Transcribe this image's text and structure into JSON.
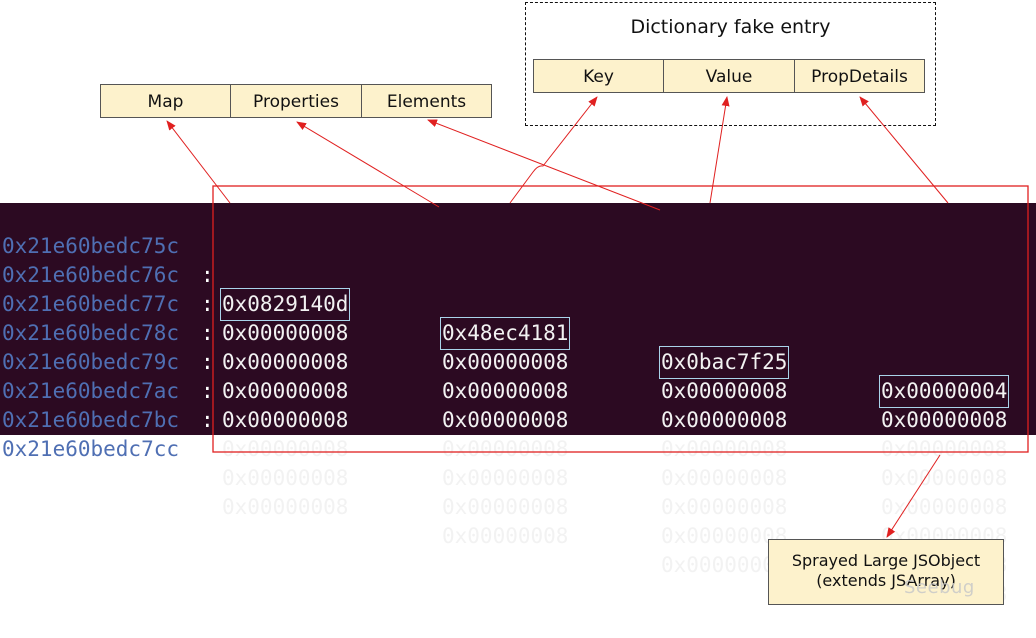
{
  "header_boxes": [
    "Map",
    "Properties",
    "Elements"
  ],
  "dictionary": {
    "title": "Dictionary fake entry",
    "fields": [
      "Key",
      "Value",
      "PropDetails"
    ]
  },
  "memory": {
    "rows": [
      {
        "addr": "0x21e60bedc75c",
        "values": [
          "0x0829140d",
          "0x48ec4181",
          "0x0bac7f25",
          "0x00000004"
        ]
      },
      {
        "addr": "0x21e60bedc76c",
        "values": [
          "0x00000008",
          "0x00000008",
          "0x00000008",
          "0x00000008"
        ]
      },
      {
        "addr": "0x21e60bedc77c",
        "values": [
          "0x00000008",
          "0x00000008",
          "0x00000008",
          "0x00000008"
        ]
      },
      {
        "addr": "0x21e60bedc78c",
        "values": [
          "0x00000008",
          "0x00000008",
          "0x00000008",
          "0x00000008"
        ]
      },
      {
        "addr": "0x21e60bedc79c",
        "values": [
          "0x00000008",
          "0x00000008",
          "0x00000008",
          "0x00000008"
        ]
      },
      {
        "addr": "0x21e60bedc7ac",
        "values": [
          "0x00000008",
          "0x00000008",
          "0x00000008",
          "0x00000008"
        ]
      },
      {
        "addr": "0x21e60bedc7bc",
        "values": [
          "0x00000008",
          "0x00000008",
          "0x00000008",
          "0x00000008"
        ]
      },
      {
        "addr": "0x21e60bedc7cc",
        "values": [
          "0x00000008",
          "0x00000008",
          "0x00000008",
          "0x00000008"
        ]
      }
    ],
    "separator": ":"
  },
  "sprayed": {
    "line1": "Sprayed Large JSObject",
    "line2": "(extends JSArray)"
  },
  "watermark": "Seebug",
  "colors": {
    "terminal_bg": "#2c0a22",
    "address": "#4f6fb3",
    "value": "#f2f2f2",
    "box_fill": "#fdf2cc",
    "arrow": "#e02020",
    "highlight_border": "#a9d3ea"
  }
}
